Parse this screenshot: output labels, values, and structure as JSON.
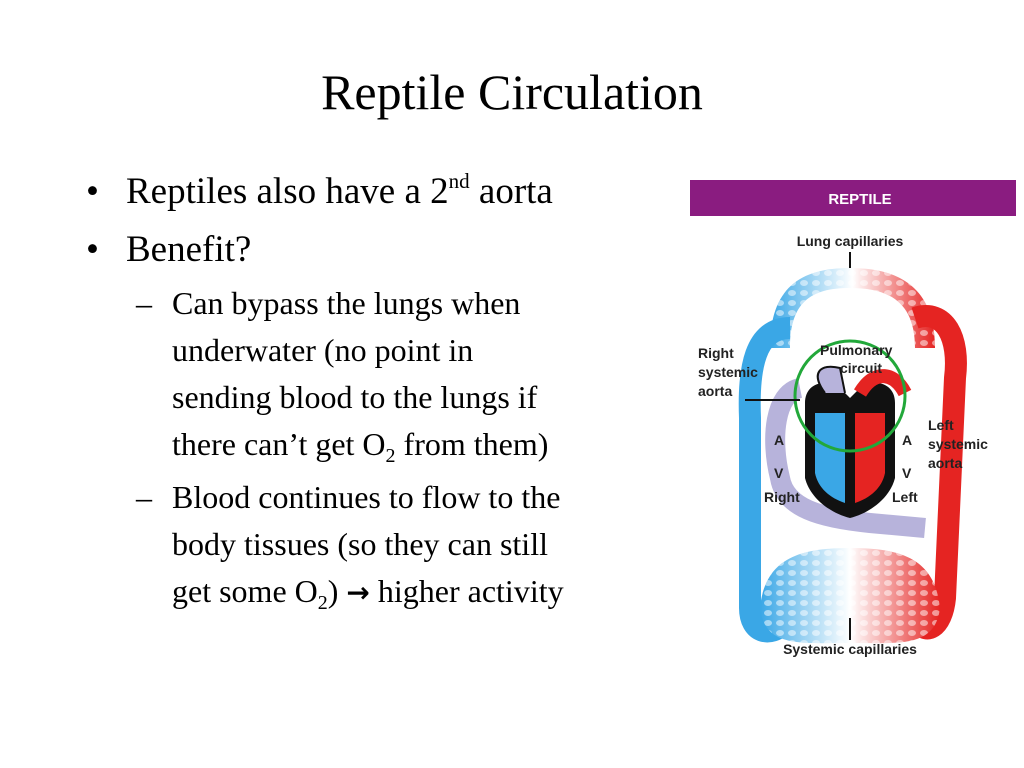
{
  "slide": {
    "title": "Reptile Circulation",
    "bullets": [
      {
        "pre": "Reptiles also have a 2",
        "sup": "nd",
        "post": " aorta"
      },
      {
        "text": "Benefit?"
      }
    ],
    "sub_bullets": [
      {
        "line1": "Can bypass the lungs when",
        "line2": "underwater (no point in",
        "line3": "sending blood to the lungs if",
        "line4_pre": "there can",
        "line4_apos": "’",
        "line4_mid": "t get O",
        "line4_sub": "2",
        "line4_post": " from them)"
      },
      {
        "line1": "Blood continues to flow to the",
        "line2": "body tissues (so they can still",
        "line3_pre": "get some O",
        "line3_sub": "2",
        "line3_mid": ") ",
        "line3_arrow": "→",
        "line3_post": " higher activity"
      }
    ],
    "bullet_glyph": "•",
    "dash_glyph": "–"
  },
  "figure": {
    "header": "REPTILE",
    "labels": {
      "lung_capillaries": "Lung capillaries",
      "pulmonary": "Pulmonary",
      "circuit": "circuit",
      "right_systemic_1": "Right",
      "right_systemic_2": "systemic",
      "right_systemic_3": "aorta",
      "left_systemic_1": "Left",
      "left_systemic_2": "systemic",
      "left_systemic_3": "aorta",
      "a_left": "A",
      "v_left": "V",
      "right": "Right",
      "a_right": "A",
      "v_right": "V",
      "left": "Left",
      "systemic_capillaries": "Systemic capillaries"
    },
    "colors": {
      "header_bg": "#8a1c80",
      "oxygen_poor": "#3aa7e6",
      "oxygen_rich": "#e52422",
      "mixed": "#b7b3db",
      "highlight_circle": "#22a83a"
    }
  }
}
